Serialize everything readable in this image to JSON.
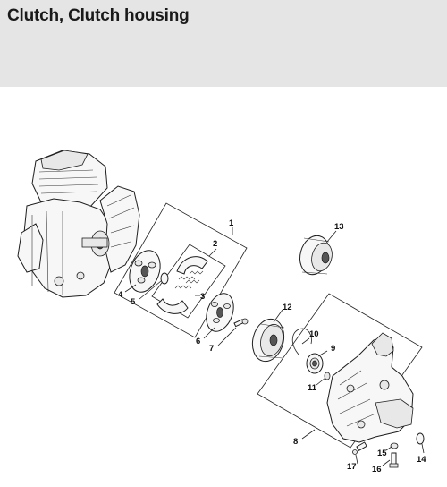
{
  "page": {
    "title": "Clutch, Clutch housing"
  },
  "callouts": [
    {
      "id": "c1",
      "label": "1"
    },
    {
      "id": "c2",
      "label": "2"
    },
    {
      "id": "c3",
      "label": "3"
    },
    {
      "id": "c4",
      "label": "4"
    },
    {
      "id": "c5",
      "label": "5"
    },
    {
      "id": "c6",
      "label": "6"
    },
    {
      "id": "c7",
      "label": "7"
    },
    {
      "id": "c8",
      "label": "8"
    },
    {
      "id": "c9",
      "label": "9"
    },
    {
      "id": "c10",
      "label": "10"
    },
    {
      "id": "c11",
      "label": "11"
    },
    {
      "id": "c12",
      "label": "12"
    },
    {
      "id": "c13",
      "label": "13"
    },
    {
      "id": "c14",
      "label": "14"
    },
    {
      "id": "c15",
      "label": "15"
    },
    {
      "id": "c16",
      "label": "16"
    },
    {
      "id": "c17",
      "label": "17"
    }
  ]
}
